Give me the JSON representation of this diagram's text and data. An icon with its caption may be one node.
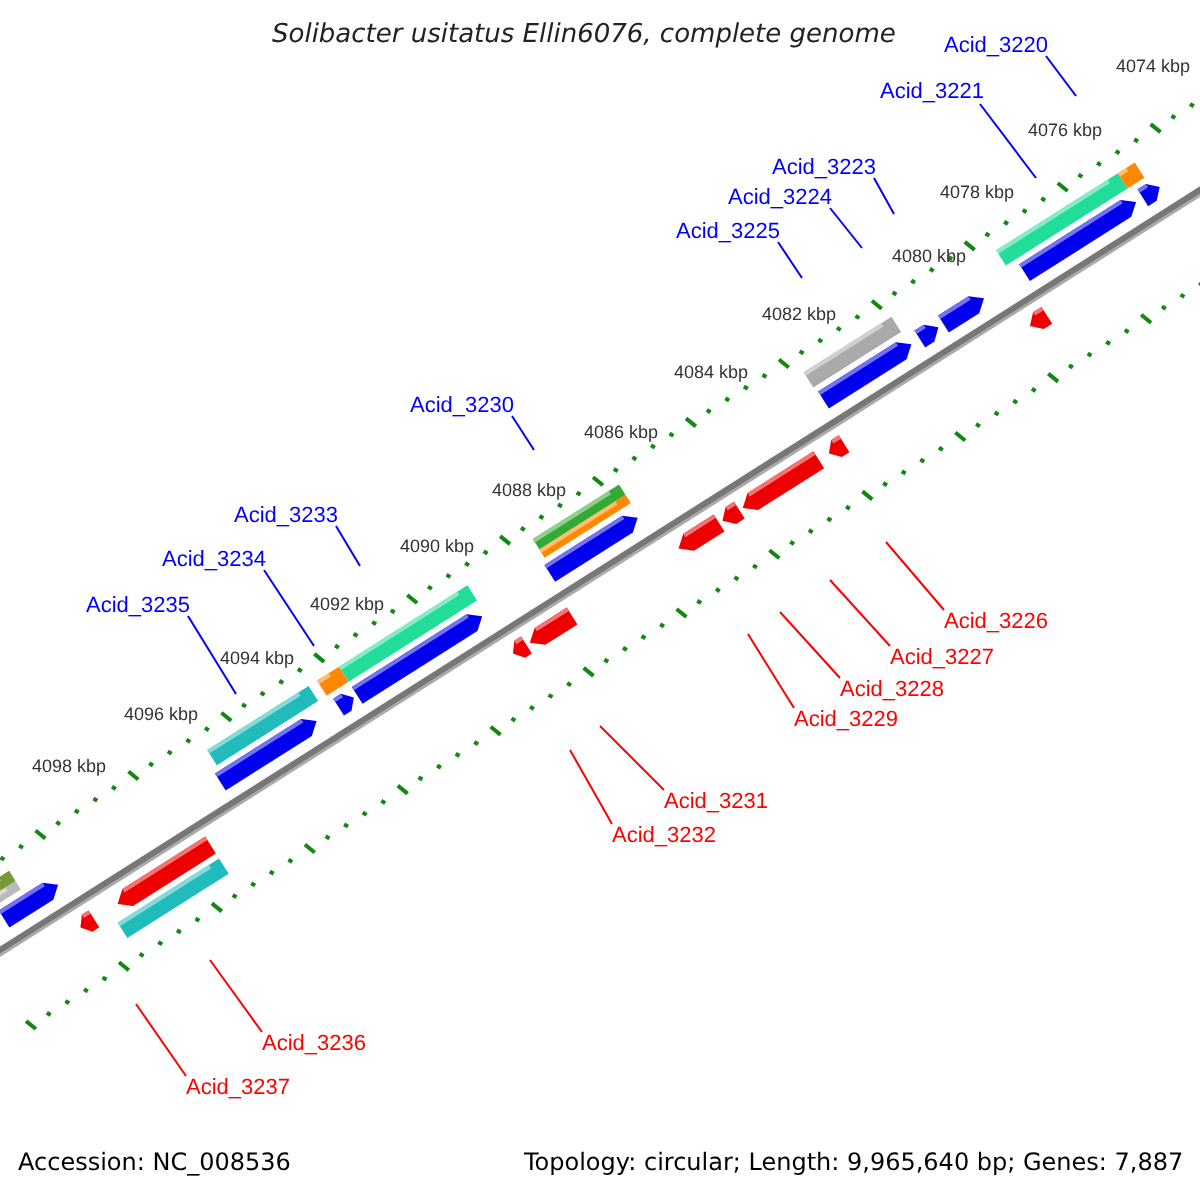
{
  "diagram": {
    "title": "Solibacter usitatus Ellin6076, complete genome",
    "nodes": [
      {
        "text": [
          "Acid_3220"
        ]
      },
      {
        "text": [
          "Acid_3221"
        ]
      },
      {
        "text": [
          "Acid_3223"
        ]
      },
      {
        "text": [
          "Acid_3224"
        ]
      },
      {
        "text": [
          "Acid_3225"
        ]
      },
      {
        "text": [
          "Acid_3230"
        ]
      },
      {
        "text": [
          "Acid_3233"
        ]
      },
      {
        "text": [
          "Acid_3234"
        ]
      },
      {
        "text": [
          "Acid_3235"
        ]
      },
      {
        "text": [
          "Acid_3226"
        ]
      },
      {
        "text": [
          "Acid_3227"
        ]
      },
      {
        "text": [
          "Acid_3228"
        ]
      },
      {
        "text": [
          "Acid_3229"
        ]
      },
      {
        "text": [
          "Acid_3231"
        ]
      },
      {
        "text": [
          "Acid_3232"
        ]
      },
      {
        "text": [
          "Acid_3236"
        ]
      },
      {
        "text": [
          "Acid_3237"
        ]
      }
    ],
    "edges": [
      {
        "from": 0,
        "to": null,
        "arrow": "none"
      },
      {
        "from": 1,
        "to": null,
        "arrow": "none"
      },
      {
        "from": 2,
        "to": null,
        "arrow": "none"
      },
      {
        "from": 3,
        "to": null,
        "arrow": "none"
      },
      {
        "from": 4,
        "to": null,
        "arrow": "none"
      },
      {
        "from": 5,
        "to": null,
        "arrow": "none"
      },
      {
        "from": 6,
        "to": null,
        "arrow": "none"
      },
      {
        "from": 7,
        "to": null,
        "arrow": "none"
      },
      {
        "from": 8,
        "to": null,
        "arrow": "none"
      },
      {
        "from": 9,
        "to": null,
        "arrow": "none",
        "color": "#ff0000"
      },
      {
        "from": 10,
        "to": null,
        "arrow": "none",
        "color": "#ff0000"
      },
      {
        "from": 11,
        "to": null,
        "arrow": "none",
        "color": "#ff0000"
      },
      {
        "from": 12,
        "to": null,
        "arrow": "none",
        "color": "#ff0000"
      },
      {
        "from": 13,
        "to": null,
        "arrow": "none",
        "color": "#ff0000"
      },
      {
        "from": 14,
        "to": null,
        "arrow": "none",
        "color": "#ff0000"
      },
      {
        "from": 15,
        "to": null,
        "arrow": "none",
        "color": "#ff0000"
      },
      {
        "from": 16,
        "to": null,
        "arrow": "none",
        "color": "#ff0000"
      }
    ],
    "labels": [
      "4074 kbp",
      "4076 kbp",
      "4078 kbp",
      "4080 kbp",
      "4082 kbp",
      "4084 kbp",
      "4086 kbp",
      "4088 kbp",
      "4090 kbp",
      "4092 kbp",
      "4094 kbp",
      "4096 kbp",
      "4098 kbp",
      "Accession: NC_008536",
      "Topology: circular; Length: 9,965,640 bp; Genes: 7,887"
    ]
  }
}
